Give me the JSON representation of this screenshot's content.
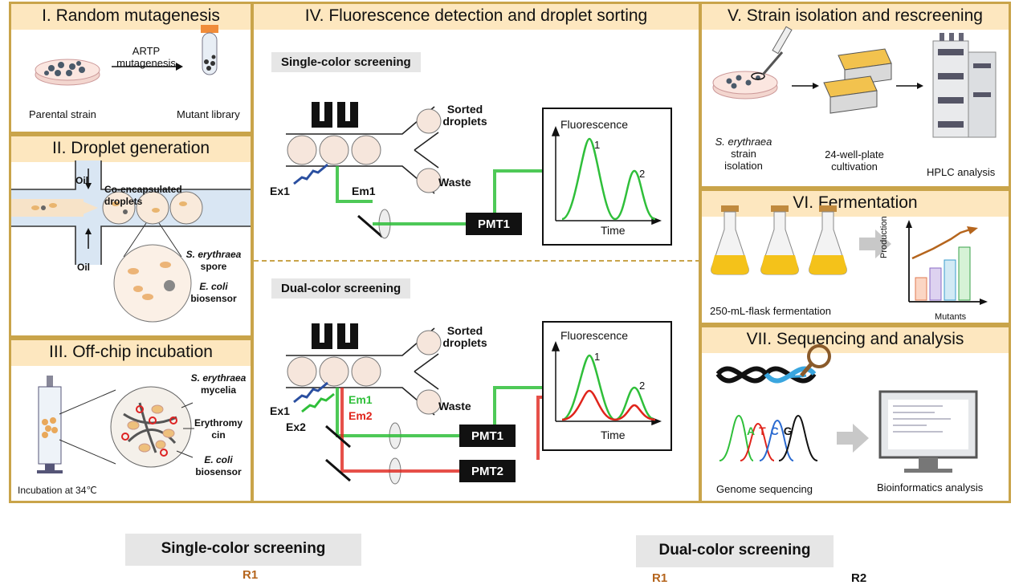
{
  "panels": {
    "p1": {
      "title": "I. Random mutagenesis",
      "arrow_label_1": "ARTP",
      "arrow_label_2": "mutagenesis",
      "left_caption": "Parental strain",
      "right_caption": "Mutant library"
    },
    "p2": {
      "title": "II. Droplet generation",
      "oil_top": "Oil",
      "oil_bottom": "Oil",
      "co_label_1": "Co-encapsulated",
      "co_label_2": "droplets",
      "spore_label_1": "S. erythraea",
      "spore_label_2": "spore",
      "bio_label_1": "E. coli",
      "bio_label_2": "biosensor"
    },
    "p3": {
      "title": "III. Off-chip incubation",
      "myc_label_1": "S. erythraea",
      "myc_label_2": "mycelia",
      "ery_label_1": "Erythromy",
      "ery_label_2": "cin",
      "bio_label_1": "E. coli",
      "bio_label_2": "biosensor",
      "caption": "Incubation at 34℃"
    },
    "p4": {
      "title": "IV. Fluorescence detection and droplet sorting",
      "single": {
        "label": "Single-color screening",
        "sorted_1": "Sorted",
        "sorted_2": "droplets",
        "waste": "Waste",
        "ex1": "Ex1",
        "em1": "Em1",
        "pmt1": "PMT1",
        "plot_title": "Fluorescence",
        "plot_x": "Time",
        "peak1": "1",
        "peak2": "2"
      },
      "dual": {
        "label": "Dual-color screening",
        "sorted_1": "Sorted",
        "sorted_2": "droplets",
        "waste": "Waste",
        "ex1": "Ex1",
        "ex2": "Ex2",
        "em1": "Em1",
        "em2": "Em2",
        "pmt1": "PMT1",
        "pmt2": "PMT2",
        "plot_title": "Fluorescence",
        "plot_x": "Time",
        "peak1": "1",
        "peak2": "2"
      }
    },
    "p5": {
      "title": "V. Strain isolation and rescreening",
      "cap1_1": "S. erythraea",
      "cap1_2": "strain",
      "cap1_3": "isolation",
      "cap2_1": "24-well-plate",
      "cap2_2": "cultivation",
      "cap3": "HPLC analysis"
    },
    "p6": {
      "title": "VI. Fermentation",
      "caption": "250-mL-flask fermentation",
      "ylabel": "Production",
      "xlabel": "Mutants"
    },
    "p7": {
      "title": "VII. Sequencing and analysis",
      "bases": [
        "A",
        "T",
        "C",
        "G"
      ],
      "cap1": "Genome sequencing",
      "cap2": "Bioinformatics analysis"
    }
  },
  "bottom": {
    "single_label": "Single-color screening",
    "dual_label": "Dual-color screening",
    "r1_left": "R1",
    "r1_right": "R1",
    "r2_right": "R2"
  },
  "colors": {
    "border": "#c9a44a",
    "title_bg": "#fde7bf",
    "green": "#2fbf3a",
    "red": "#e0241b",
    "blue": "#2a4fa0",
    "brown": "#b5651d"
  }
}
